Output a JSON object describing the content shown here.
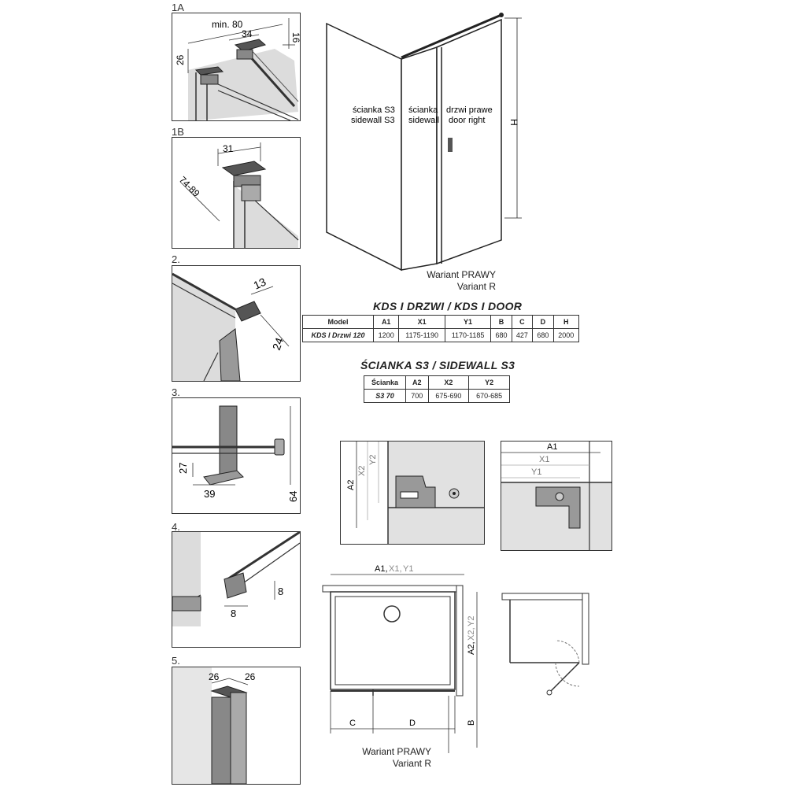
{
  "steps": [
    "1A",
    "1B",
    "2.",
    "3.",
    "4.",
    "5."
  ],
  "detail_1a": {
    "min": "min. 80",
    "w34": "34",
    "h16": "16",
    "h26": "26"
  },
  "detail_1b": {
    "w31": "31",
    "range": "74-89"
  },
  "detail_2": {
    "w13": "13",
    "h24": "24"
  },
  "detail_3": {
    "h27": "27",
    "w39": "39",
    "h64": "64"
  },
  "detail_4": {
    "h8": "8",
    "w8": "8"
  },
  "detail_5": {
    "l26": "26",
    "r26": "26"
  },
  "elevation": {
    "label_sidewall_pl": "ścianka S3",
    "label_sidewall_en": "sidewall S3",
    "label_sidewall2_pl": "ścianka",
    "label_sidewall2_en": "sidewall",
    "label_door_pl": "drzwi prawe",
    "label_door_en": "door right",
    "dim_h": "H",
    "caption_pl": "Wariant PRAWY",
    "caption_en": "Variant R"
  },
  "table_door": {
    "title": "KDS I DRZWI / KDS I DOOR",
    "headers": [
      "Model",
      "A1",
      "X1",
      "Y1",
      "B",
      "C",
      "D",
      "H"
    ],
    "row": [
      "KDS I Drzwi 120",
      "1200",
      "1175-1190",
      "1170-1185",
      "680",
      "427",
      "680",
      "2000"
    ]
  },
  "table_sidewall": {
    "title": "ŚCIANKA S3 / SIDEWALL S3",
    "headers": [
      "Ścianka",
      "A2",
      "X2",
      "Y2"
    ],
    "row": [
      "S3 70",
      "700",
      "675-690",
      "670-685"
    ]
  },
  "install_left": {
    "a2": "A2",
    "x2": "X2",
    "y2": "Y2"
  },
  "install_right": {
    "a1": "A1",
    "x1": "X1",
    "y1": "Y1"
  },
  "plan": {
    "top_a1": "A1,",
    "top_x1": "X1,",
    "top_y1": "Y1",
    "side_a2": "A2,",
    "side_x2": "X2,",
    "side_y2": "Y2",
    "dim_b": "B",
    "dim_c": "C",
    "dim_d": "D",
    "caption_pl": "Wariant PRAWY",
    "caption_en": "Variant R"
  }
}
